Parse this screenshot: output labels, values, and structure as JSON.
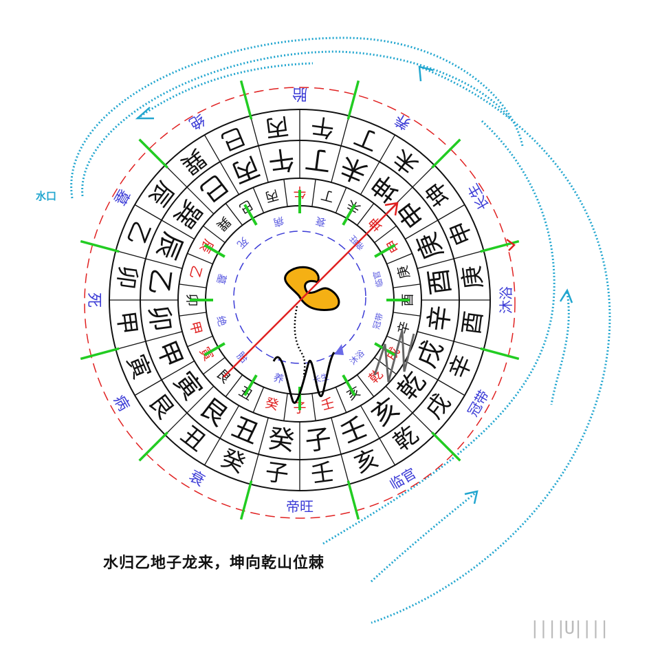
{
  "title": "水归乙地子龙来，坤向乾山位棘",
  "water_mouth_label": "水口",
  "watermark": "||||U||||",
  "colors": {
    "ring_line": "#111111",
    "green_tick": "#22cc22",
    "stage_blue": "#3b3bd6",
    "red": "#e02020",
    "cyan": "#22a6cf",
    "blob": "#f5b014"
  },
  "outer_ring": [
    "午",
    "丁",
    "未",
    "坤",
    "申",
    "庚",
    "酉",
    "辛",
    "戌",
    "乾",
    "亥",
    "壬",
    "子",
    "癸",
    "丑",
    "艮",
    "寅",
    "甲",
    "卯",
    "乙",
    "辰",
    "巽",
    "巳",
    "丙"
  ],
  "middle_ring": [
    "午",
    "丁",
    "未",
    "坤",
    "申",
    "庚",
    "酉",
    "辛",
    "戌",
    "乾",
    "亥",
    "壬",
    "子",
    "癸",
    "丑",
    "艮",
    "寅",
    "甲",
    "卯",
    "乙",
    "辰",
    "巽",
    "巳",
    "丙"
  ],
  "inner_ring": [
    {
      "t": "午",
      "red": true
    },
    {
      "t": "丁",
      "red": false
    },
    {
      "t": "未",
      "red": false
    },
    {
      "t": "坤",
      "red": true
    },
    {
      "t": "申",
      "red": true
    },
    {
      "t": "庚",
      "red": false
    },
    {
      "t": "酉",
      "red": false
    },
    {
      "t": "辛",
      "red": false
    },
    {
      "t": "戌",
      "red": true
    },
    {
      "t": "乾",
      "red": true
    },
    {
      "t": "亥",
      "red": false
    },
    {
      "t": "壬",
      "red": true
    },
    {
      "t": "子",
      "red": true
    },
    {
      "t": "癸",
      "red": true
    },
    {
      "t": "丑",
      "red": false
    },
    {
      "t": "艮",
      "red": false
    },
    {
      "t": "寅",
      "red": true
    },
    {
      "t": "甲",
      "red": true
    },
    {
      "t": "卯",
      "red": false
    },
    {
      "t": "乙",
      "red": true
    },
    {
      "t": "辰",
      "red": true
    },
    {
      "t": "巽",
      "red": false
    },
    {
      "t": "巳",
      "red": false
    },
    {
      "t": "丙",
      "red": false
    }
  ],
  "inner_stages": [
    "衰",
    "帝旺",
    "临官",
    "冠带",
    "沐浴",
    "长生",
    "养",
    "胎",
    "绝",
    "墓",
    "死",
    "病"
  ],
  "outer_stages": [
    "胎",
    "养",
    "长生",
    "沐浴",
    "冠带",
    "临官",
    "帝旺",
    "衰",
    "病",
    "死",
    "墓",
    "绝"
  ]
}
